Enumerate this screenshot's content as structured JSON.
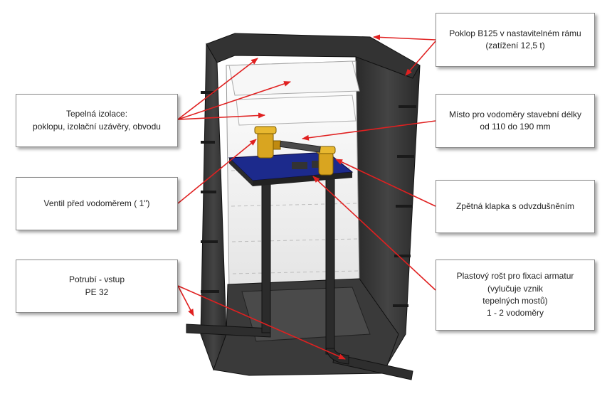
{
  "callouts": {
    "lid": {
      "lines": [
        "Poklop B125 v nastavitelném rámu",
        "(zatížení 12,5 t)"
      ]
    },
    "insulation": {
      "lines": [
        "Tepelná izolace:",
        "poklopu,  izolační uzávěry, obvodu"
      ]
    },
    "meter_space": {
      "lines": [
        "Místo pro vodoměry stavební délky",
        "od 110 do 190 mm"
      ]
    },
    "valve": {
      "lines": [
        "Ventil před vodoměrem ( 1\")"
      ]
    },
    "check_valve": {
      "lines": [
        "Zpětná klapka s odvzdušněním"
      ]
    },
    "pipe": {
      "lines": [
        "Potrubí - vstup",
        "PE 32"
      ]
    },
    "grid": {
      "lines": [
        "Plastový rošt pro fixaci armatur",
        "(vylučuje vznik",
        "tepelných mostů)",
        "1 - 2 vodoměry"
      ]
    }
  },
  "colors": {
    "arrow": "#e02020",
    "shaft_dark": "#2b2b2b",
    "shaft_mid": "#3d3d3d",
    "insulation": "#f2f2f2",
    "grid_blue": "#1c2a8c",
    "brass": "#d9a520"
  }
}
